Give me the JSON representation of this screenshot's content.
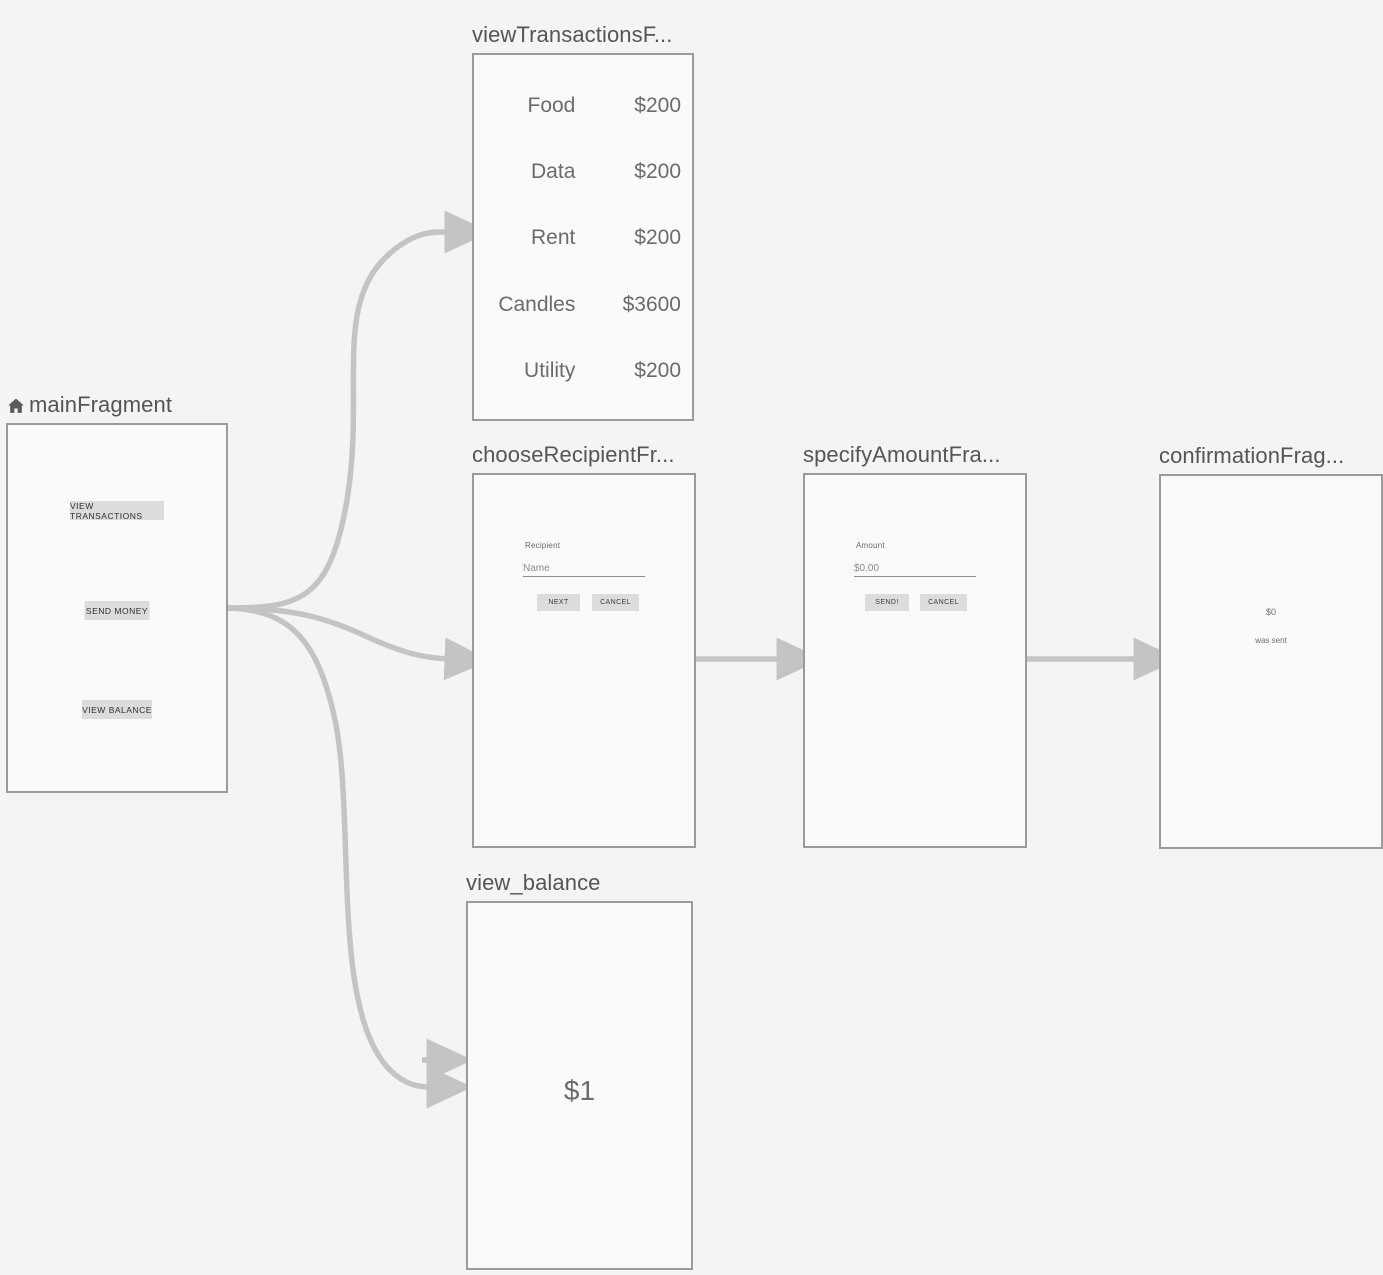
{
  "canvas": {
    "background": "#f4f4f4",
    "edge_color": "#c4c4c4",
    "frame_border": "#9b9b9b",
    "frame_fill": "#fafafa",
    "button_fill": "#dcdcdc",
    "title_color": "#555558"
  },
  "nodes": {
    "main": {
      "title": "mainFragment",
      "icon": "home-icon",
      "is_start_destination": true,
      "buttons": [
        {
          "label": "VIEW TRANSACTIONS"
        },
        {
          "label": "SEND MONEY"
        },
        {
          "label": "VIEW BALANCE"
        }
      ]
    },
    "view_transactions": {
      "title": "viewTransactionsF...",
      "full_title": "viewTransactionsFragment",
      "rows": [
        {
          "label": "Food",
          "amount": "$200"
        },
        {
          "label": "Data",
          "amount": "$200"
        },
        {
          "label": "Rent",
          "amount": "$200"
        },
        {
          "label": "Candles",
          "amount": "$3600"
        },
        {
          "label": "Utility",
          "amount": "$200"
        }
      ]
    },
    "choose_recipient": {
      "title": "chooseRecipientFr...",
      "full_title": "chooseRecipientFragment",
      "field_label": "Recipient",
      "field_placeholder": "Name",
      "primary_button": "NEXT",
      "secondary_button": "CANCEL"
    },
    "specify_amount": {
      "title": "specifyAmountFra...",
      "full_title": "specifyAmountFragment",
      "field_label": "Amount",
      "field_placeholder": "$0.00",
      "primary_button": "SEND!",
      "secondary_button": "CANCEL"
    },
    "confirmation": {
      "title": "confirmationFrag...",
      "full_title": "confirmationFragment",
      "amount": "$0",
      "message": "was sent"
    },
    "view_balance": {
      "title": "view_balance",
      "balance": "$1"
    }
  },
  "edges": [
    {
      "from": "main",
      "to": "view_transactions"
    },
    {
      "from": "main",
      "to": "choose_recipient"
    },
    {
      "from": "main",
      "to": "view_balance"
    },
    {
      "from": "choose_recipient",
      "to": "specify_amount"
    },
    {
      "from": "specify_amount",
      "to": "confirmation"
    }
  ]
}
